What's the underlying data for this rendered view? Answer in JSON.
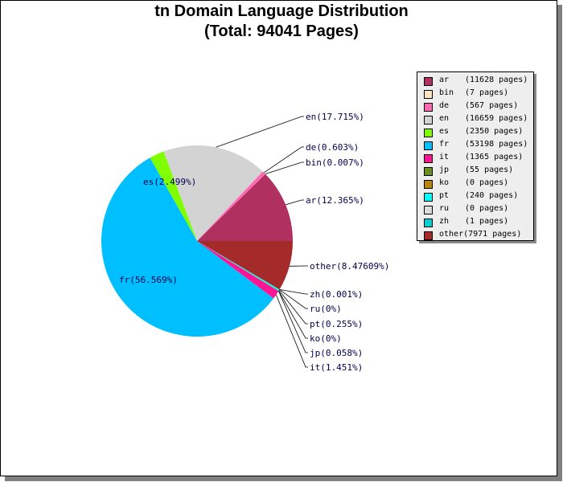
{
  "title_line1": "tn Domain Language Distribution",
  "title_line2": "(Total: 94041 Pages)",
  "chart_data": {
    "type": "pie",
    "title": "tn Domain Language Distribution",
    "subtitle": "(Total: 94041 Pages)",
    "total_pages": 94041,
    "slices": [
      {
        "name": "ar",
        "pages": 11628,
        "pct_label": "ar(12.365%)",
        "legend": "(11628 pages)",
        "color": "#b03060"
      },
      {
        "name": "bin",
        "pages": 7,
        "pct_label": "bin(0.007%)",
        "legend": "(7 pages)",
        "color": "#ffe4c4"
      },
      {
        "name": "de",
        "pages": 567,
        "pct_label": "de(0.603%)",
        "legend": "(567 pages)",
        "color": "#ff69b4"
      },
      {
        "name": "en",
        "pages": 16659,
        "pct_label": "en(17.715%)",
        "legend": "(16659 pages)",
        "color": "#d3d3d3"
      },
      {
        "name": "es",
        "pages": 2350,
        "pct_label": "es(2.499%)",
        "legend": "(2350 pages)",
        "color": "#7fff00"
      },
      {
        "name": "fr",
        "pages": 53198,
        "pct_label": "fr(56.569%)",
        "legend": "(53198 pages)",
        "color": "#00bfff"
      },
      {
        "name": "it",
        "pages": 1365,
        "pct_label": "it(1.451%)",
        "legend": "(1365 pages)",
        "color": "#ff1493"
      },
      {
        "name": "jp",
        "pages": 55,
        "pct_label": "jp(0.058%)",
        "legend": "(55 pages)",
        "color": "#6b8e23"
      },
      {
        "name": "ko",
        "pages": 0,
        "pct_label": "ko(0%)",
        "legend": "(0 pages)",
        "color": "#b8860b"
      },
      {
        "name": "pt",
        "pages": 240,
        "pct_label": "pt(0.255%)",
        "legend": "(240 pages)",
        "color": "#00ffff"
      },
      {
        "name": "ru",
        "pages": 0,
        "pct_label": "ru(0%)",
        "legend": "(0 pages)",
        "color": "#dcdcdc"
      },
      {
        "name": "zh",
        "pages": 1,
        "pct_label": "zh(0.001%)",
        "legend": "(1 pages)",
        "color": "#00ced1"
      },
      {
        "name": "other",
        "pages": 7971,
        "pct_label": "other(8.47609%)",
        "legend": "(7971 pages)",
        "color": "#a52a2a"
      }
    ]
  }
}
